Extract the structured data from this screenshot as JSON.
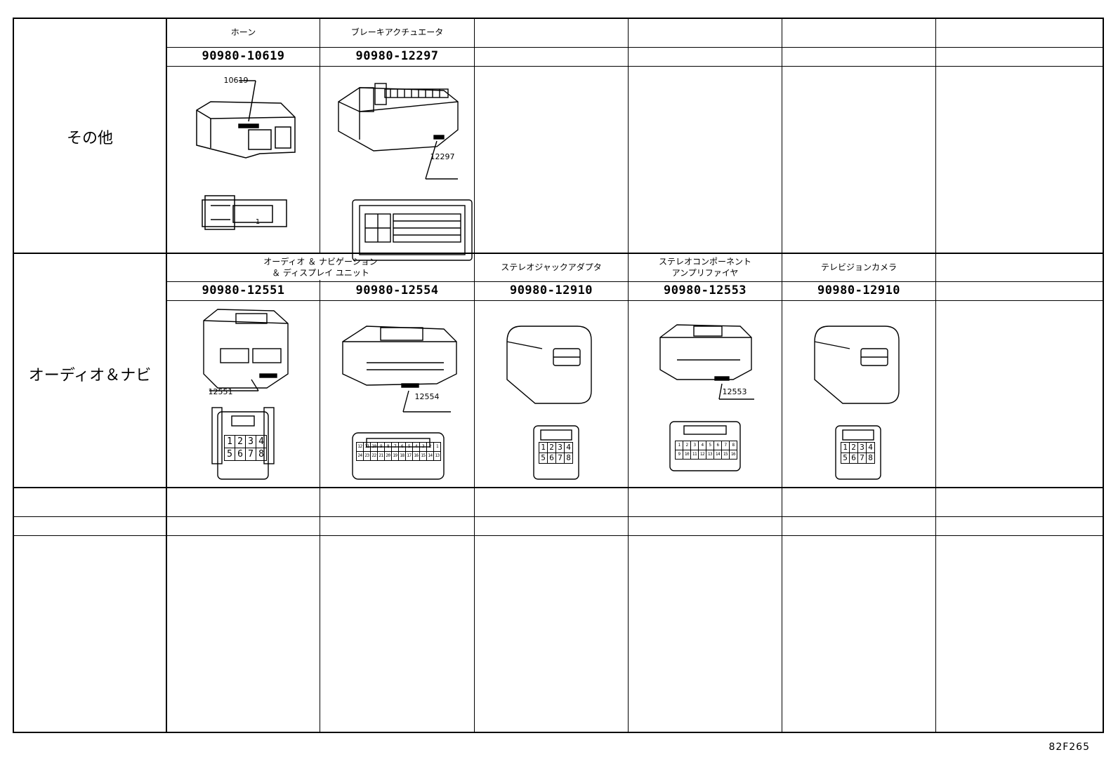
{
  "sections": [
    {
      "category": "その他",
      "columns": [
        {
          "label": "ホーン",
          "part": "90980-10619",
          "callout": "10619"
        },
        {
          "label": "ブレーキアクチュエータ",
          "part": "90980-12297",
          "callout": "12297"
        },
        {
          "label": "",
          "part": "",
          "callout": ""
        },
        {
          "label": "",
          "part": "",
          "callout": ""
        },
        {
          "label": "",
          "part": "",
          "callout": ""
        },
        {
          "label": "",
          "part": "",
          "callout": ""
        }
      ]
    },
    {
      "category": "オーディオ＆ナビ",
      "merged_label_line1": "オーディオ ＆ ナビゲーション",
      "merged_label_line2": "＆ ディスプレイ ユニット",
      "columns": [
        {
          "label": "",
          "part": "90980-12551",
          "callout": "12551"
        },
        {
          "label": "",
          "part": "90980-12554",
          "callout": "12554"
        },
        {
          "label": "ステレオジャックアダプタ",
          "part": "90980-12910",
          "callout": ""
        },
        {
          "label_line1": "ステレオコンポーネント",
          "label_line2": "アンプリファイヤ",
          "part": "90980-12553",
          "callout": "12553"
        },
        {
          "label": "テレビジョンカメラ",
          "part": "90980-12910",
          "callout": ""
        },
        {
          "label": "",
          "part": "",
          "callout": ""
        }
      ]
    }
  ],
  "pin_labels": {
    "c8_row1": [
      "1",
      "2",
      "3",
      "4"
    ],
    "c8_row2": [
      "5",
      "6",
      "7",
      "8"
    ],
    "c24_row1": [
      "12",
      "11",
      "10",
      "9",
      "8",
      "7",
      "6",
      "5",
      "4",
      "3",
      "2",
      "1"
    ],
    "c24_row2": [
      "24",
      "23",
      "22",
      "21",
      "20",
      "19",
      "18",
      "17",
      "16",
      "15",
      "14",
      "13"
    ],
    "c16_row1": [
      "1",
      "2",
      "3",
      "4",
      "5",
      "6",
      "7",
      "8"
    ],
    "c16_row2": [
      "9",
      "10",
      "11",
      "12",
      "13",
      "14",
      "15",
      "16"
    ],
    "horn_pin": "1"
  },
  "figure_code": "82F265"
}
